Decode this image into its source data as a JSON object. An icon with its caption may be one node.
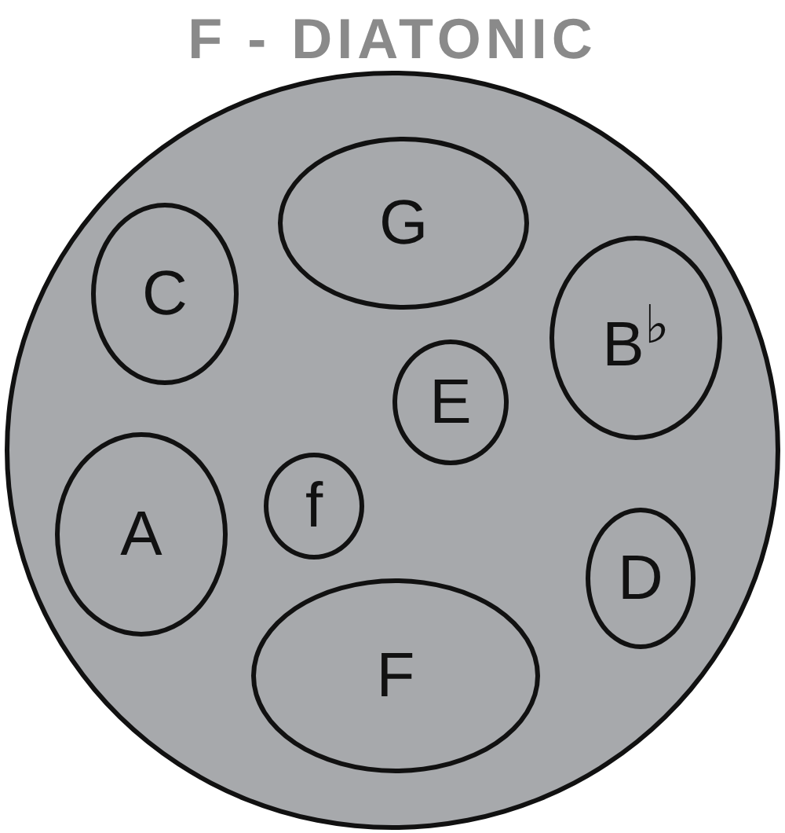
{
  "diagram": {
    "title": "F - DIATONIC",
    "nodes": [
      {
        "text": [],
        "shape": "circle"
      },
      {
        "text": [
          "G"
        ],
        "in": 0
      },
      {
        "text": [
          "C"
        ],
        "in": 0
      },
      {
        "text": [
          "B$^{♭}$"
        ],
        "in": 0
      },
      {
        "text": [
          "E"
        ],
        "in": 0
      },
      {
        "text": [
          "f"
        ],
        "in": 0
      },
      {
        "text": [
          "A"
        ],
        "in": 0
      },
      {
        "text": [
          "D"
        ],
        "in": 0
      },
      {
        "text": [
          "F"
        ],
        "in": 0
      }
    ]
  }
}
